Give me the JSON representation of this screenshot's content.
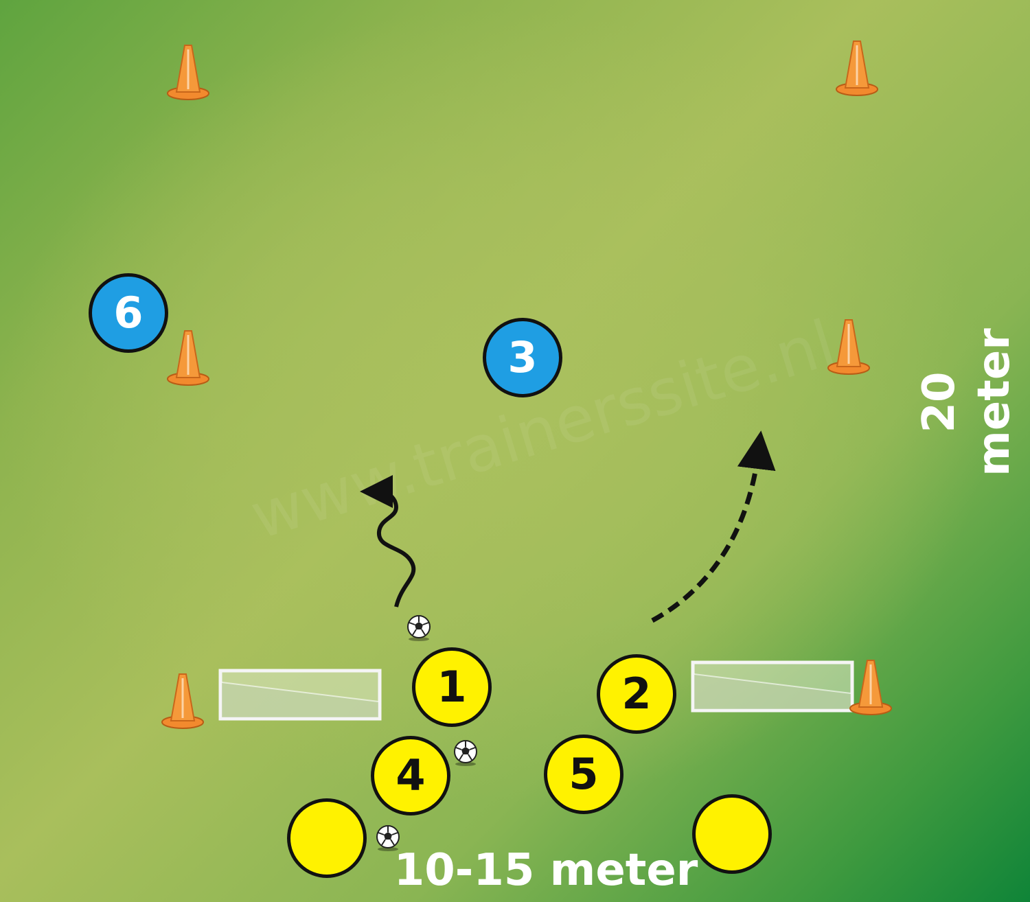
{
  "diagram": {
    "watermark": "www.trainerssite.nl",
    "dimension_width_label": "10-15 meter",
    "dimension_length_label": "20 meter",
    "colors": {
      "team_yellow": "#fff200",
      "team_blue": "#1f9ee3",
      "cone_orange": "#f28a2e",
      "label_white": "#ffffff"
    },
    "players": [
      {
        "id": "1",
        "label": "1",
        "team": "yellow"
      },
      {
        "id": "2",
        "label": "2",
        "team": "yellow"
      },
      {
        "id": "3",
        "label": "3",
        "team": "blue"
      },
      {
        "id": "4",
        "label": "4",
        "team": "yellow"
      },
      {
        "id": "5",
        "label": "5",
        "team": "yellow"
      },
      {
        "id": "6",
        "label": "6",
        "team": "blue"
      },
      {
        "id": "a",
        "label": "",
        "team": "yellow"
      },
      {
        "id": "b",
        "label": "",
        "team": "yellow"
      }
    ],
    "icons": {
      "cone": "cone-icon",
      "ball": "ball-icon",
      "goal": "mini-goal-icon"
    }
  }
}
